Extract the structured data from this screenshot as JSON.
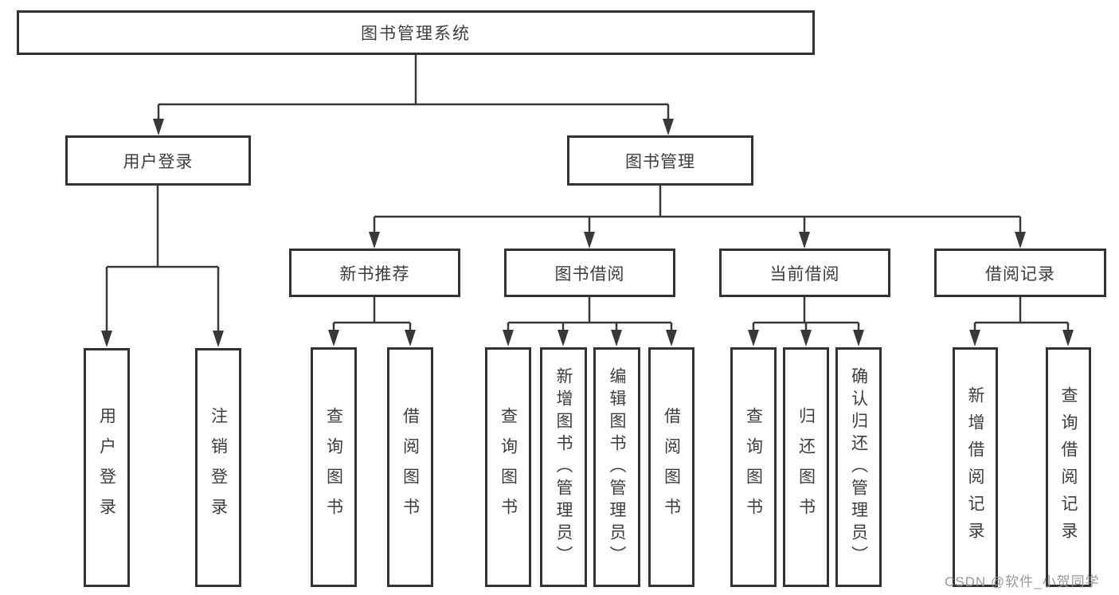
{
  "diagram": {
    "root": {
      "label": "图书管理系统"
    },
    "level2": [
      {
        "label": "用户登录"
      },
      {
        "label": "图书管理"
      }
    ],
    "level3": [
      {
        "label": "新书推荐"
      },
      {
        "label": "图书借阅"
      },
      {
        "label": "当前借阅"
      },
      {
        "label": "借阅记录"
      }
    ],
    "leaves": [
      {
        "parent": "用户登录",
        "label": "用户登录"
      },
      {
        "parent": "用户登录",
        "label": "注销登录"
      },
      {
        "parent": "新书推荐",
        "label": "查询图书"
      },
      {
        "parent": "新书推荐",
        "label": "借阅图书"
      },
      {
        "parent": "图书借阅",
        "label": "查询图书"
      },
      {
        "parent": "图书借阅",
        "label": "新增图书（管理员）"
      },
      {
        "parent": "图书借阅",
        "label": "编辑图书（管理员）"
      },
      {
        "parent": "图书借阅",
        "label": "借阅图书"
      },
      {
        "parent": "当前借阅",
        "label": "查询图书"
      },
      {
        "parent": "当前借阅",
        "label": "归还图书"
      },
      {
        "parent": "当前借阅",
        "label": "确认归还（管理员）"
      },
      {
        "parent": "借阅记录",
        "label": "新增借阅记录"
      },
      {
        "parent": "借阅记录",
        "label": "查询借阅记录"
      }
    ],
    "watermark": "CSDN @软件_小贺同学",
    "colors": {
      "line": "#383838",
      "border": "#333333",
      "text": "#3d3d3d",
      "watermark": "#949494",
      "background": "#ffffff"
    }
  }
}
